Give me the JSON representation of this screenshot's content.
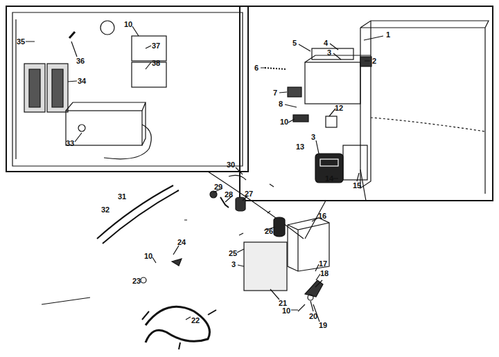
{
  "diagram": {
    "labels": [
      "1",
      "2",
      "3",
      "4",
      "5",
      "6",
      "7",
      "8",
      "10",
      "12",
      "3",
      "13",
      "14",
      "15",
      "35",
      "36",
      "10",
      "37",
      "38",
      "34",
      "33",
      "30",
      "29",
      "28",
      "27",
      "31",
      "32",
      "24",
      "10",
      "23",
      "25",
      "26",
      "16",
      "3",
      "21",
      "17",
      "18",
      "10",
      "20",
      "19",
      "22"
    ]
  }
}
